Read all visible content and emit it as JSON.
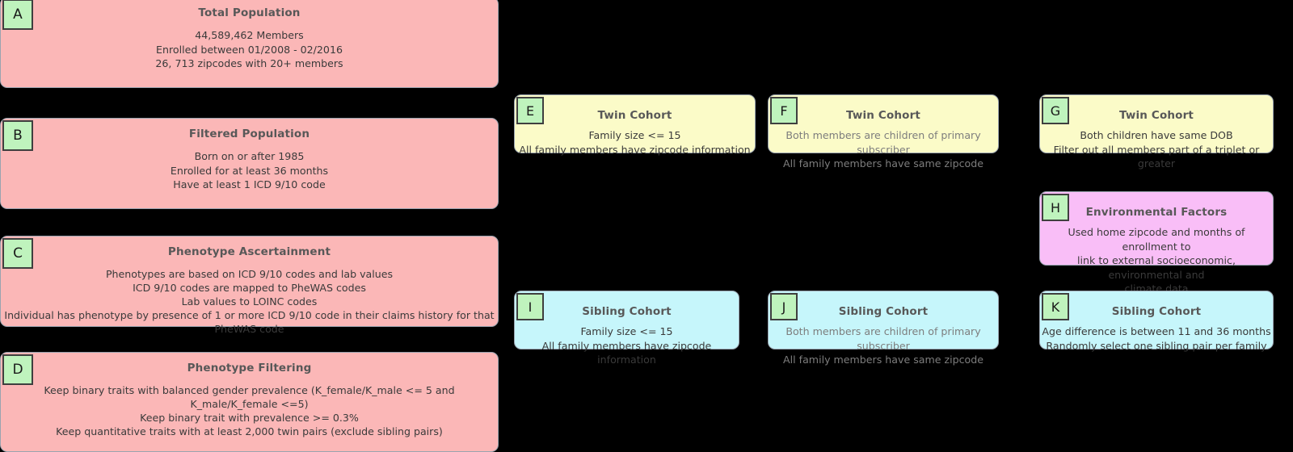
{
  "diagram": {
    "background_color": "#000000",
    "tag_color": "#bff3bd",
    "title_color": "#585858",
    "colors": {
      "pink": "#fbb7b7",
      "yellow": "#fbfbc8",
      "cyan": "#c6f6fb",
      "violet": "#f9bef7"
    },
    "nodes": [
      {
        "tag": "A",
        "title": "Total Population",
        "body": "44,589,462 Members\nEnrolled between 01/2008 - 02/2016\n26, 713 zipcodes with 20+ members"
      },
      {
        "tag": "B",
        "title": "Filtered Population",
        "body": "Born on or after 1985\nEnrolled for at least 36 months\nHave at least 1 ICD 9/10 code"
      },
      {
        "tag": "C",
        "title": "Phenotype Ascertainment",
        "body": "Phenotypes are based on ICD 9/10 codes and lab values\nICD 9/10 codes are mapped to PheWAS codes\nLab values to LOINC codes\nIndividual has phenotype by presence of 1 or more ICD 9/10 code in their claims history for that PheWAS code"
      },
      {
        "tag": "D",
        "title": "Phenotype Filtering",
        "body": "Keep binary traits with balanced gender prevalence (K_female/K_male <= 5 and K_male/K_female <=5)\nKeep binary trait with prevalence >= 0.3%\nKeep quantitative traits with at least 2,000 twin pairs (exclude sibling pairs)"
      },
      {
        "tag": "E",
        "title": "Twin Cohort",
        "body": "Family size <= 15\nAll family members have zipcode information"
      },
      {
        "tag": "F",
        "title": "Twin Cohort",
        "body": "Both members are children of primary subscriber\nAll family members have same zipcode"
      },
      {
        "tag": "G",
        "title": "Twin Cohort",
        "body": "Both children have same DOB\nFilter out all members part of a triplet or greater"
      },
      {
        "tag": "H",
        "title": "Environmental Factors",
        "body": "Used home zipcode and months of enrollment to\nlink to external socioeconomic, environmental and\nclimate data"
      },
      {
        "tag": "I",
        "title": "Sibling Cohort",
        "body": "Family size <= 15\nAll family members have zipcode information"
      },
      {
        "tag": "J",
        "title": "Sibling Cohort",
        "body": "Both members are children of primary subscriber\nAll family members have same zipcode"
      },
      {
        "tag": "K",
        "title": "Sibling Cohort",
        "body": "Age difference is between 11 and 36 months\nRandomly select one sibling pair per family"
      }
    ]
  }
}
